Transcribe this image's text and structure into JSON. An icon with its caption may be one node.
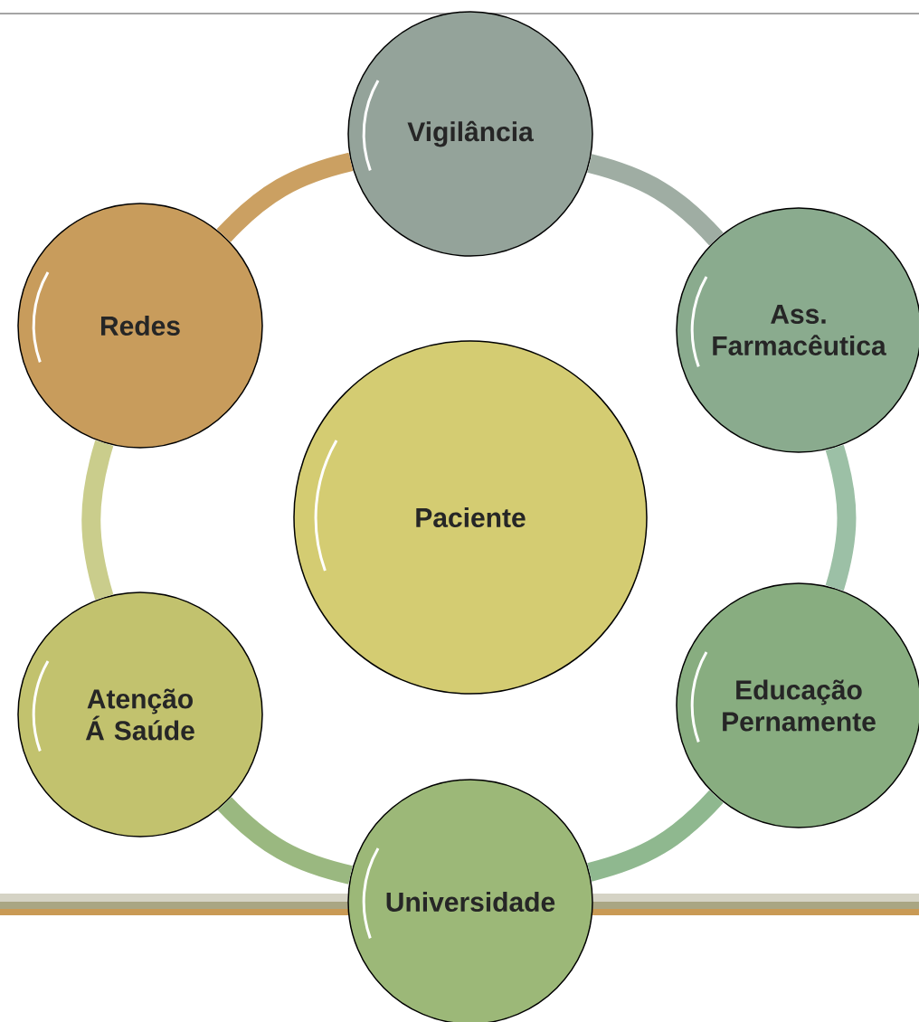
{
  "diagram": {
    "nodes": [
      {
        "text": [
          "Vigilância"
        ]
      },
      {
        "text": [
          "Ass. Farmacêutica"
        ]
      },
      {
        "text": [
          "Educação Pernamente"
        ]
      },
      {
        "text": [
          "Universidade"
        ]
      },
      {
        "text": [
          "Atenção Á Saúde"
        ]
      },
      {
        "text": [
          "Redes"
        ]
      },
      {
        "text": [
          "Paciente"
        ]
      }
    ],
    "edges": [
      {
        "from": 0,
        "to": 1,
        "arrow": "none",
        "color": "#9fada3"
      },
      {
        "from": 1,
        "to": 2,
        "arrow": "none",
        "color": "#9cc0a6"
      },
      {
        "from": 2,
        "to": 3,
        "arrow": "none",
        "color": "#8fb88f"
      },
      {
        "from": 3,
        "to": 4,
        "arrow": "none",
        "color": "#9ab880"
      },
      {
        "from": 4,
        "to": 5,
        "arrow": "none",
        "color": "#cacd8c"
      },
      {
        "from": 5,
        "to": 0,
        "arrow": "none",
        "color": "#cba062"
      }
    ]
  }
}
